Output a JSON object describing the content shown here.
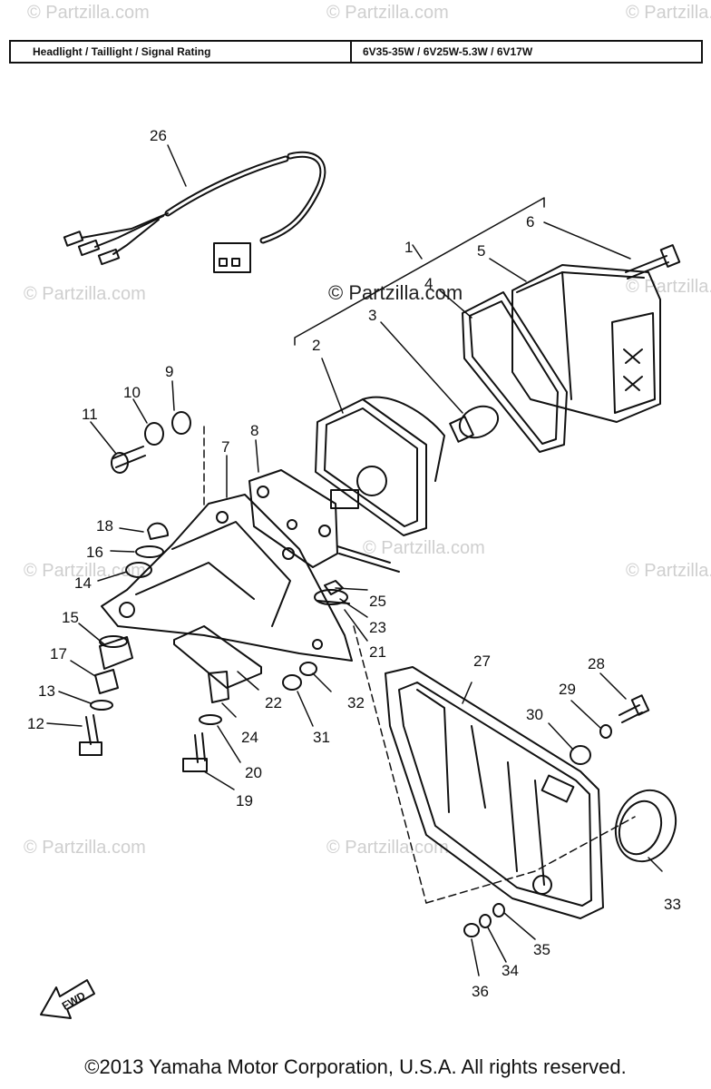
{
  "spec": {
    "label": "Headlight / Taillight / Signal Rating",
    "value": "6V35-35W / 6V25W-5.3W / 6V17W"
  },
  "watermark": "© Partzilla.com",
  "fwd_label": "FWD",
  "copyright": "©2013 Yamaha Motor Corporation, U.S.A. All rights reserved.",
  "callouts": [
    "26",
    "1",
    "6",
    "5",
    "4",
    "3",
    "2",
    "9",
    "10",
    "11",
    "8",
    "7",
    "18",
    "16",
    "14",
    "15",
    "17",
    "13",
    "12",
    "25",
    "23",
    "21",
    "27",
    "28",
    "29",
    "30",
    "22",
    "32",
    "24",
    "31",
    "20",
    "19",
    "33",
    "35",
    "34",
    "36"
  ]
}
